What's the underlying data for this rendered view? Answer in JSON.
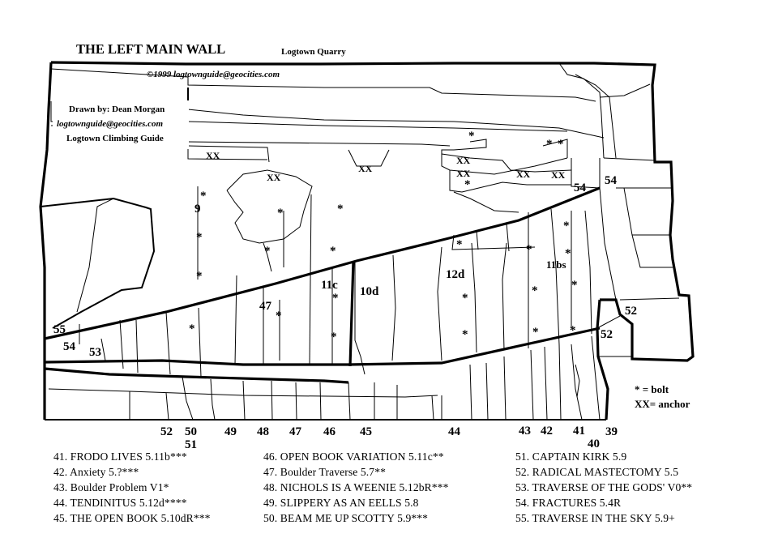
{
  "header": {
    "title": "THE LEFT MAIN WALL",
    "location": "Logtown Quarry",
    "copyright": "©1999  logtownguide@geocities.com"
  },
  "credits": {
    "drawn_by": "Drawn by: Dean Morgan",
    "email": "logtownguide@geocities.com",
    "guide": "Logtown Climbing Guide"
  },
  "key": {
    "bolt": "* = bolt",
    "anchor": "XX= anchor"
  },
  "wall_labels": {
    "r9": "9",
    "r47": "47",
    "r11c": "11c",
    "r10d": "10d",
    "r12d": "12d",
    "r11bs": "11bs",
    "r54_top": "54",
    "r54_mid": "54",
    "r54_left": "54",
    "r55": "55",
    "r53": "53",
    "r52_upper": "52",
    "r52_lower": "52"
  },
  "anchor_mark": "XX",
  "bolt_mark": "*",
  "bottom_numbers": [
    "52",
    "50",
    "51",
    "49",
    "48",
    "47",
    "46",
    "45",
    "44",
    "43",
    "42",
    "41",
    "40",
    "39"
  ],
  "routes": {
    "col1": [
      "41. FRODO LIVES 5.11b***",
      "42. Anxiety 5.?***",
      "43. Boulder Problem V1*",
      "44. TENDINITUS 5.12d****",
      "45. THE OPEN BOOK 5.10dR***"
    ],
    "col2": [
      "46. OPEN BOOK VARIATION 5.11c**",
      "47. Boulder Traverse 5.7**",
      "48. NICHOLS IS A WEENIE 5.12bR***",
      "49. SLIPPERY AS AN EELLS 5.8",
      "50. BEAM ME UP SCOTTY 5.9***"
    ],
    "col3": [
      "51. CAPTAIN KIRK 5.9",
      "52. RADICAL MASTECTOMY 5.5",
      "53. TRAVERSE OF THE GODS' V0**",
      "54. FRACTURES 5.4R",
      "55. TRAVERSE IN THE SKY 5.9+"
    ]
  }
}
